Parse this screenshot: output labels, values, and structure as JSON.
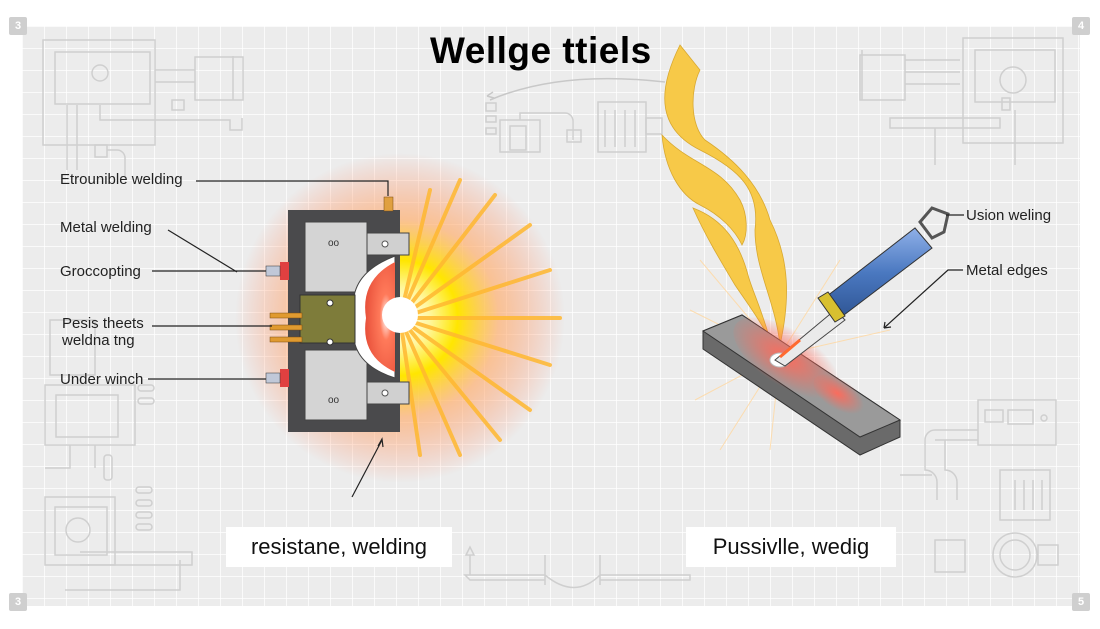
{
  "title": "Wellge ttiels",
  "corner_markers": {
    "top_left": "3",
    "top_right": "4",
    "bottom_left": "3",
    "bottom_right": "5"
  },
  "left_diagram": {
    "labels": {
      "etrounible": "Etrounible welding",
      "metal_welding": "Metal  welding",
      "groccopting": "Groccopting",
      "pesis_line1": "Pesis theets",
      "pesis_line2": "weldna tng",
      "under_winch": "Under winch"
    },
    "caption": "resistane, welding"
  },
  "right_diagram": {
    "labels": {
      "usion": "Usion weling",
      "metal_edges": "Metal edges"
    },
    "caption": "Pussivlle, wedig"
  },
  "colors": {
    "background": "#ececec",
    "flame": "#f7c948",
    "spark_core": "#ffe600",
    "glow": "#ff6a4a",
    "housing": "#4a4a4c",
    "torch": "#4a78c0"
  }
}
